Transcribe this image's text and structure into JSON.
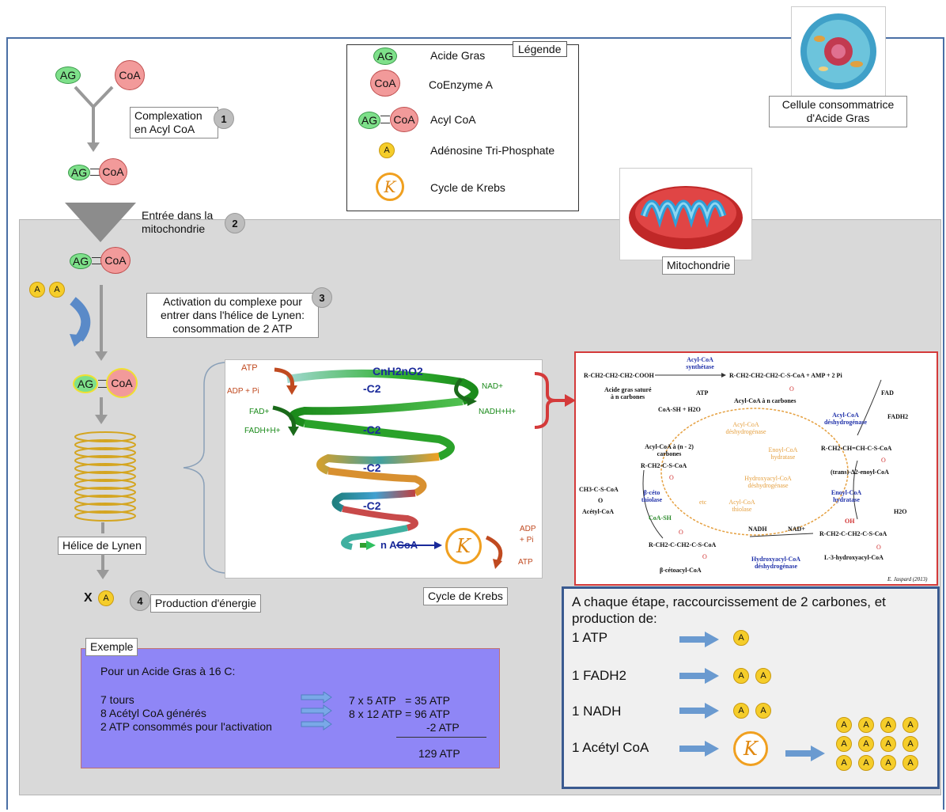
{
  "legend": {
    "title": "Légende",
    "items": [
      {
        "symbol": "AG",
        "label": "Acide Gras"
      },
      {
        "symbol": "CoA",
        "label": "CoEnzyme A"
      },
      {
        "symbol": "AG=CoA",
        "label": "Acyl CoA"
      },
      {
        "symbol": "A",
        "label": "Adénosine Tri-Phosphate"
      },
      {
        "symbol": "K",
        "label": "Cycle de Krebs"
      }
    ]
  },
  "symbols": {
    "ag": "AG",
    "coa": "CoA",
    "atp": "A",
    "krebs": "K"
  },
  "cell_caption": "Cellule consommatrice d'Acide Gras",
  "mito_caption": "Mitochondrie",
  "steps": [
    {
      "n": "1",
      "label": "Complexation en Acyl CoA"
    },
    {
      "n": "2",
      "label": "Entrée dans la mitochondrie"
    },
    {
      "n": "3",
      "label": "Activation du complexe pour entrer dans l'hélice de Lynen: consommation de 2 ATP"
    },
    {
      "n": "4",
      "label": "Production d'énergie"
    }
  ],
  "helix_label": "Hélice de Lynen",
  "x_label": "X",
  "krebs_caption": "Cycle de Krebs",
  "spiral": {
    "formula": "CnH2nO2",
    "c2": "-C2",
    "atp": "ATP",
    "adp_pi": "ADP + Pi",
    "fad": "FAD+",
    "fadh": "FADH+H+",
    "nad": "NAD+",
    "nadh": "NADH+H+",
    "acoa": "n ACoA",
    "adp2": "ADP",
    "pi2": "+ Pi",
    "atp2": "ATP"
  },
  "chem": {
    "s1": "R-CH2-CH2-CH2-COOH",
    "s1b": "Acide gras saturé",
    "s1c": "à n carbones",
    "enz1": "Acyl-CoA synthétase",
    "atp": "ATP",
    "coash": "CoA-SH + H2O",
    "s2": "R-CH2-CH2-CH2-C-S-CoA  + AMP + 2 Pi",
    "s2b": "Acyl-CoA à n carbones",
    "fad": "FAD",
    "fadh2": "FADH2",
    "enz2": "Acyl-CoA déshydrogénase",
    "s3": "R-CH2-CH=CH-C-S-CoA",
    "s3b": "(trans)-Δ2-enoyl-CoA",
    "enz3": "Enoyl-CoA hydratase",
    "h2o": "H2O",
    "oh": "OH",
    "s4": "R-CH2-C-CH2-C-S-CoA",
    "s4b": "L-3-hydroxyacyl-CoA",
    "nadh": "NADH",
    "nad": "NAD+",
    "enz4": "Hydroxyacyl-CoA déshydrogénase",
    "s5": "R-CH2-C-CH2-C-S-CoA",
    "s5b": "β-cétoacyl-CoA",
    "coash2": "CoA-SH",
    "enz5": "β-céto thiolase",
    "s6": "CH3-C-S-CoA",
    "s6b": "Acétyl-CoA",
    "s7": "Acyl-CoA à (n - 2) carbones",
    "s7b": "R-CH2-C-S-CoA",
    "o": "O",
    "inner1": "Acyl-CoA déshydrogénase",
    "inner2": "Enoyl-CoA hydratase",
    "inner3": "Hydroxyacyl-CoA déshydrogénase",
    "inner4": "Acyl-CoA thiolase",
    "etc": "etc",
    "credit": "E. Jaspard (2013)"
  },
  "summary": {
    "title": "A chaque étape, raccourcissement de 2 carbones, et production de:",
    "rows": [
      {
        "label": "1 ATP"
      },
      {
        "label": "1 FADH2"
      },
      {
        "label": "1 NADH"
      },
      {
        "label": "1 Acétyl CoA"
      }
    ]
  },
  "example": {
    "tag": "Exemple",
    "heading": "Pour un Acide Gras à 16 C:",
    "lines": [
      "7 tours",
      "8 Acétyl CoA générés",
      "2 ATP consommés pour l'activation"
    ],
    "results": [
      "7 x 5 ATP   = 35 ATP",
      "8 x 12 ATP = 96 ATP",
      "-2 ATP"
    ],
    "total": "129 ATP"
  },
  "colors": {
    "ag": "#7ee08a",
    "coa": "#f29a9a",
    "atp": "#f5cd2a",
    "krebs": "#f0a020",
    "frame": "#4a6fa5",
    "panel_red": "#d43a3a"
  }
}
